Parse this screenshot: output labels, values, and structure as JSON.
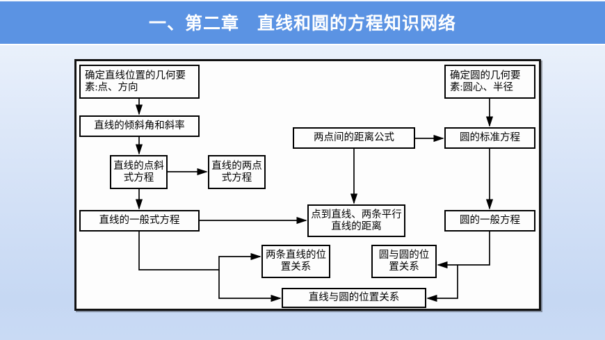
{
  "header": {
    "title": "一、第二章　直线和圆的方程知识网络",
    "bar_color": "#5b93e3",
    "text_color": "#ffffff"
  },
  "page": {
    "background_top_color": "#f4f8fd",
    "background_bottom_color": "#c9daf4"
  },
  "diagram": {
    "type": "flowchart",
    "frame_border_color": "#111111",
    "node_border_color": "#000000",
    "node_fill_color": "#fdfdfd",
    "nodes": [
      {
        "id": "line-geom",
        "label": "确定直线位置的几何要素:点、方向"
      },
      {
        "id": "incline",
        "label": "直线的倾斜角和斜率"
      },
      {
        "id": "point-slope",
        "label": "直线的点斜式方程"
      },
      {
        "id": "two-point",
        "label": "直线的两点式方程"
      },
      {
        "id": "general-line",
        "label": "直线的一般式方程"
      },
      {
        "id": "circle-geom",
        "label": "确定圆的几何要素:圆心、半径"
      },
      {
        "id": "dist-formula",
        "label": "两点间的距离公式"
      },
      {
        "id": "circle-std",
        "label": "圆的标准方程"
      },
      {
        "id": "point-to-line",
        "label": "点到直线、两条平行直线的距离"
      },
      {
        "id": "circle-general",
        "label": "圆的一般方程"
      },
      {
        "id": "two-lines",
        "label": "两条直线的位置关系"
      },
      {
        "id": "circle-circle",
        "label": "圆与圆的位置关系"
      },
      {
        "id": "line-circle",
        "label": "直线与圆的位置关系"
      }
    ],
    "edges": [
      {
        "from": "line-geom",
        "to": "incline"
      },
      {
        "from": "incline",
        "to": "point-slope"
      },
      {
        "from": "point-slope",
        "to": "two-point"
      },
      {
        "from": "point-slope",
        "to": "general-line"
      },
      {
        "from": "general-line",
        "to": "point-to-line"
      },
      {
        "from": "general-line",
        "to": "two-lines"
      },
      {
        "from": "general-line",
        "to": "line-circle"
      },
      {
        "from": "circle-geom",
        "to": "circle-std"
      },
      {
        "from": "dist-formula",
        "to": "circle-std"
      },
      {
        "from": "dist-formula",
        "to": "point-to-line"
      },
      {
        "from": "circle-std",
        "to": "circle-general"
      },
      {
        "from": "circle-general",
        "to": "circle-circle"
      },
      {
        "from": "circle-general",
        "to": "line-circle"
      }
    ]
  }
}
